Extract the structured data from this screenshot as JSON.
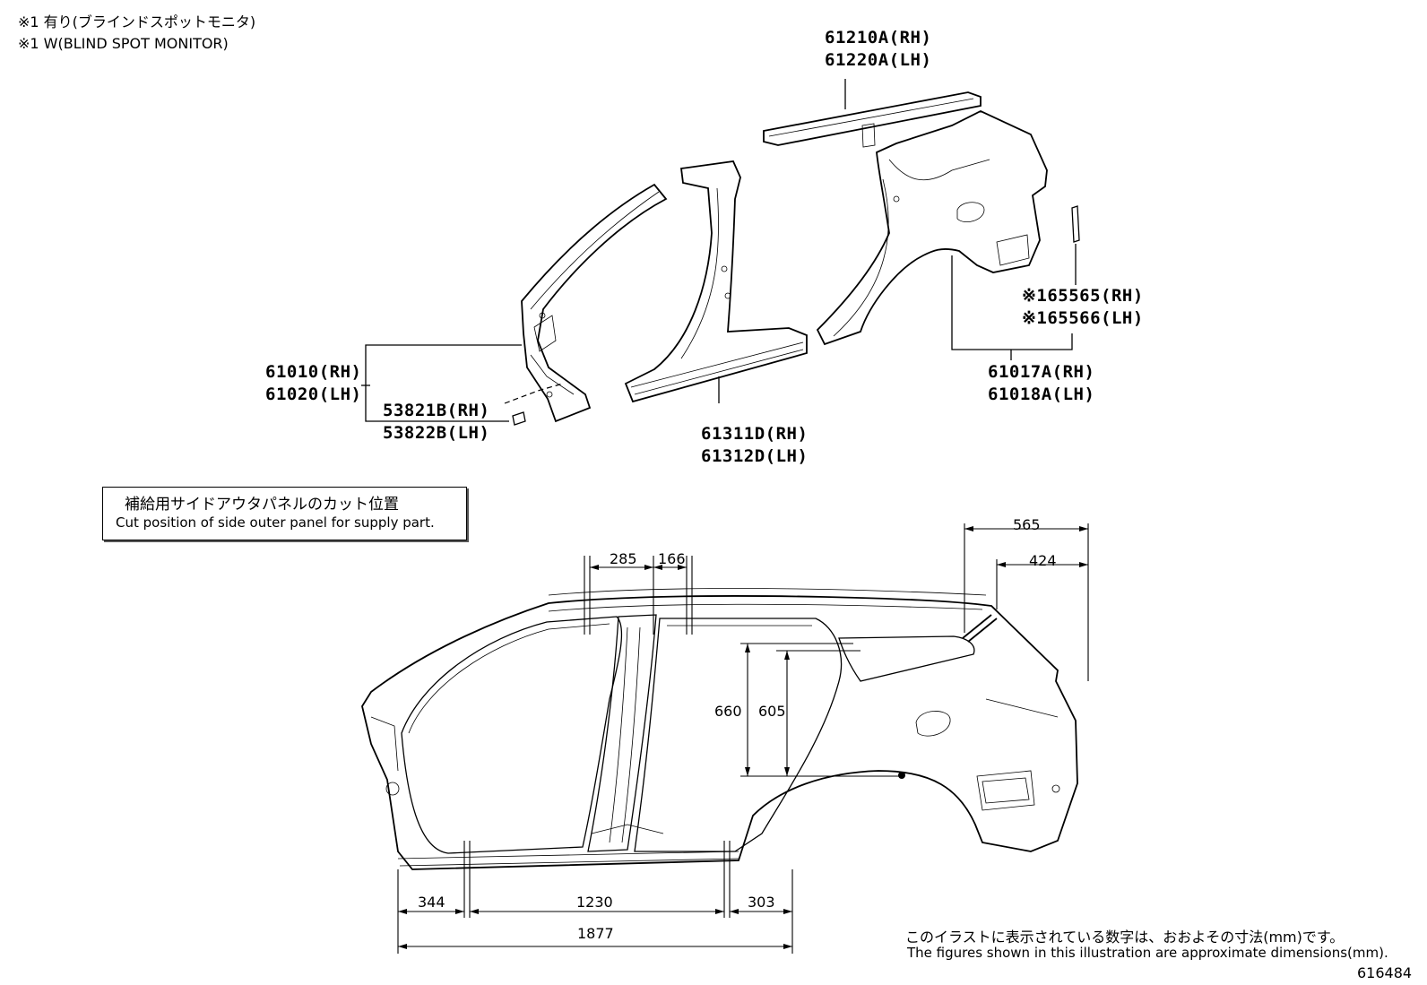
{
  "notes": {
    "line1": "※1 有り(ブラインドスポットモニタ)",
    "line2": "※1 W(BLIND SPOT MONITOR)"
  },
  "parts": {
    "roof_rail": {
      "rh": "61210A(RH)",
      "lh": "61220A(LH)"
    },
    "front_pillar": {
      "rh": "61010(RH)",
      "lh": "61020(LH)"
    },
    "bracket": {
      "rh": "53821B(RH)",
      "lh": "53822B(LH)"
    },
    "center_pillar": {
      "rh": "61311D(RH)",
      "lh": "61312D(LH)"
    },
    "quarter_panel": {
      "rh": "61017A(RH)",
      "lh": "61018A(LH)"
    },
    "bsm_part": {
      "rh": "※165565(RH)",
      "lh": "※165566(LH)"
    }
  },
  "cut_box": {
    "jp": "補給用サイドアウタパネルのカット位置",
    "en": "Cut position of side outer panel for supply part."
  },
  "dimensions": {
    "d565": "565",
    "d424": "424",
    "d285": "285",
    "d166": "166",
    "d660": "660",
    "d605": "605",
    "d344": "344",
    "d1230": "1230",
    "d303": "303",
    "d1877": "1877"
  },
  "footer": {
    "jp": "このイラストに表示されている数字は、おおよその寸法(mm)です。",
    "en": "The figures shown in this illustration are approximate dimensions(mm).",
    "code": "616484"
  }
}
